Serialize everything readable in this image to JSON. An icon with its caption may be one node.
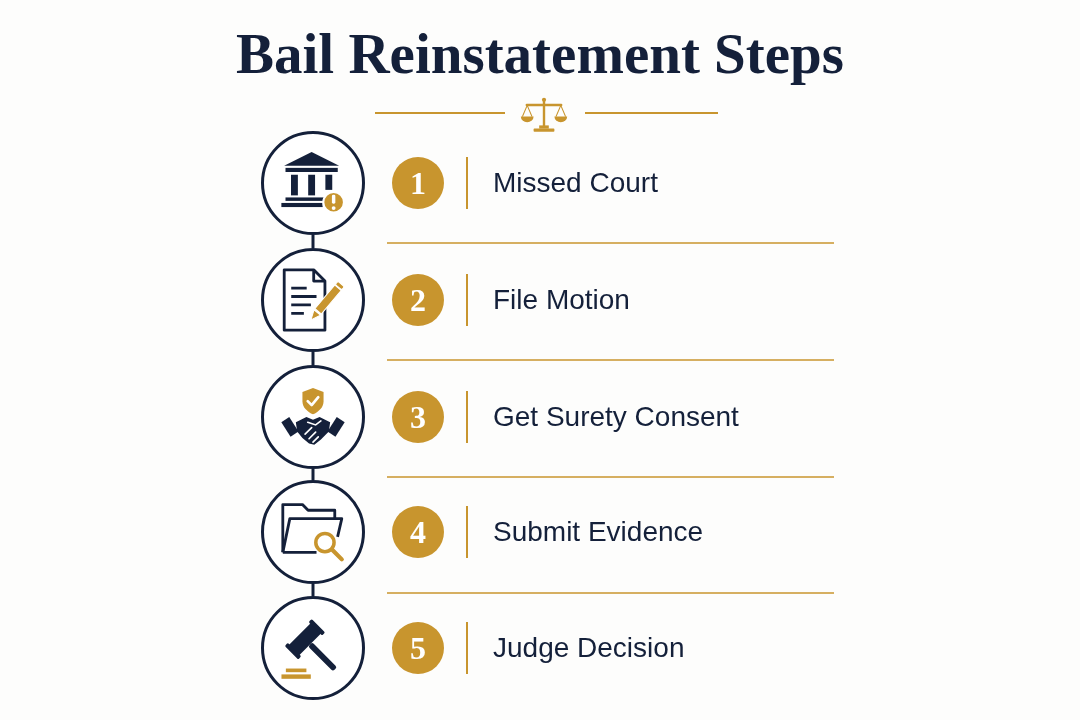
{
  "diagram": {
    "title": "Bail Reinstatement Steps",
    "nodes": [
      {
        "text": [],
        "shape": "circle"
      },
      {
        "text": [
          "1"
        ],
        "beside": [
          "Missed Court"
        ]
      },
      {
        "text": [],
        "shape": "circle"
      },
      {
        "text": [
          "2"
        ],
        "beside": [
          "File Motion"
        ]
      },
      {
        "text": [],
        "shape": "circle"
      },
      {
        "text": [
          "3"
        ],
        "beside": [
          "Get Surety Consent"
        ]
      },
      {
        "text": [],
        "shape": "circle"
      },
      {
        "text": [
          "4"
        ],
        "beside": [
          "Submit Evidence"
        ]
      },
      {
        "text": [],
        "shape": "circle"
      },
      {
        "text": [
          "5"
        ],
        "beside": [
          "Judge Decision"
        ]
      }
    ],
    "edges": [
      {
        "from": 0,
        "to": 2,
        "arrow": "none"
      },
      {
        "from": 2,
        "to": 4,
        "arrow": "none"
      },
      {
        "from": 4,
        "to": 6,
        "arrow": "none"
      },
      {
        "from": 6,
        "to": 8,
        "arrow": "none"
      }
    ]
  }
}
